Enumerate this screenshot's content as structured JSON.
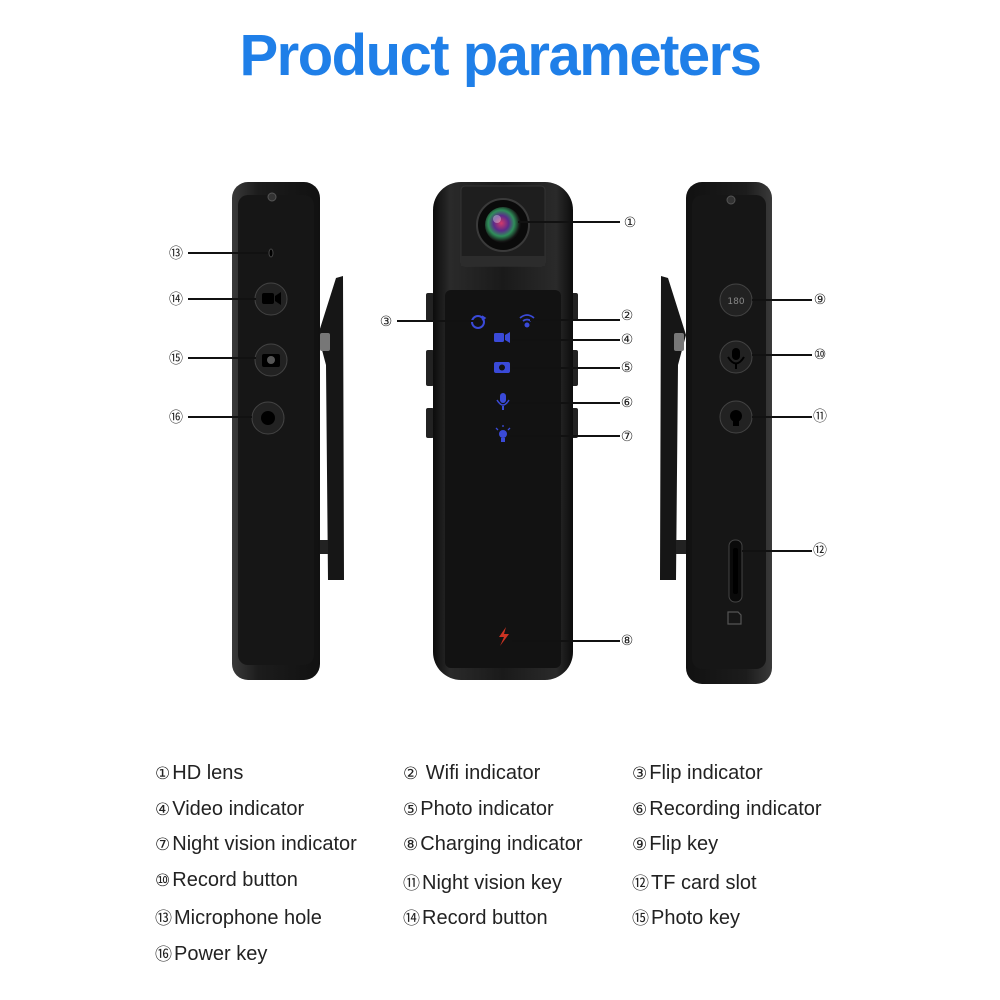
{
  "title": "Product parameters",
  "colors": {
    "title": "#1f7fe8",
    "body": "#181818",
    "indicator": "#3a4ad8",
    "charge": "#cc3322",
    "line": "#111111"
  },
  "callouts": [
    {
      "num": "①",
      "target": "hd-lens"
    },
    {
      "num": "②",
      "target": "wifi-indicator"
    },
    {
      "num": "③",
      "target": "flip-indicator"
    },
    {
      "num": "④",
      "target": "video-indicator"
    },
    {
      "num": "⑤",
      "target": "photo-indicator"
    },
    {
      "num": "⑥",
      "target": "recording-indicator"
    },
    {
      "num": "⑦",
      "target": "night-vision-indicator"
    },
    {
      "num": "⑧",
      "target": "charging-indicator"
    },
    {
      "num": "⑨",
      "target": "flip-key"
    },
    {
      "num": "⑩",
      "target": "record-button"
    },
    {
      "num": "⑪",
      "target": "night-vision-key"
    },
    {
      "num": "⑫",
      "target": "tf-card-slot"
    },
    {
      "num": "⑬",
      "target": "microphone-hole"
    },
    {
      "num": "⑭",
      "target": "record-button-left"
    },
    {
      "num": "⑮",
      "target": "photo-key"
    },
    {
      "num": "⑯",
      "target": "power-key"
    }
  ],
  "flip_key_text": "180",
  "legend": [
    {
      "num": "①",
      "label": "HD lens"
    },
    {
      "num": "②",
      "label": " Wifi indicator"
    },
    {
      "num": "③",
      "label": "Flip indicator"
    },
    {
      "num": "④",
      "label": "Video indicator"
    },
    {
      "num": "⑤",
      "label": "Photo indicator"
    },
    {
      "num": "⑥",
      "label": "Recording indicator"
    },
    {
      "num": "⑦",
      "label": "Night vision indicator"
    },
    {
      "num": "⑧",
      "label": "Charging indicator"
    },
    {
      "num": "⑨",
      "label": "Flip key"
    },
    {
      "num": "⑩",
      "label": "Record button"
    },
    {
      "num": "⑪",
      "label": "Night vision key"
    },
    {
      "num": "⑫",
      "label": "TF card slot"
    },
    {
      "num": "⑬",
      "label": "Microphone hole"
    },
    {
      "num": "⑭",
      "label": "Record button"
    },
    {
      "num": "⑮",
      "label": "Photo key"
    },
    {
      "num": "⑯",
      "label": "Power key"
    }
  ]
}
